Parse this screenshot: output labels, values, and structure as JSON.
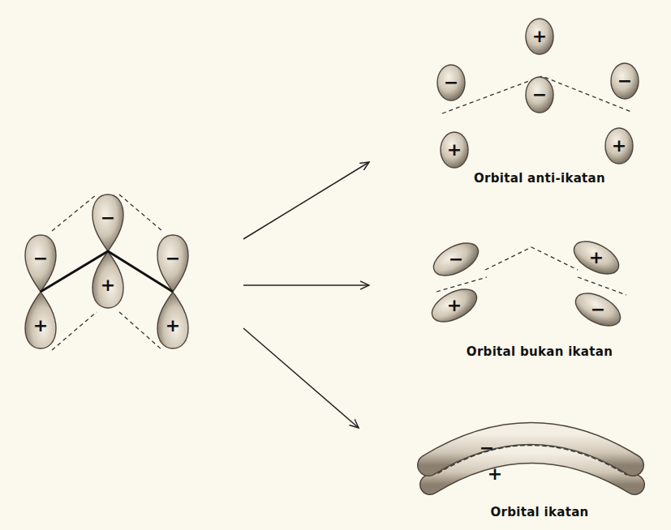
{
  "diagram": {
    "labels": [
      "−",
      "−",
      "−",
      "+",
      "+",
      "+",
      "+",
      "−",
      "−",
      "−",
      "+",
      "+",
      "Orbital anti-ikatan",
      "−",
      "+",
      "+",
      "−",
      "Orbital bukan ikatan",
      "−",
      "+",
      "Orbital ikatan"
    ]
  }
}
